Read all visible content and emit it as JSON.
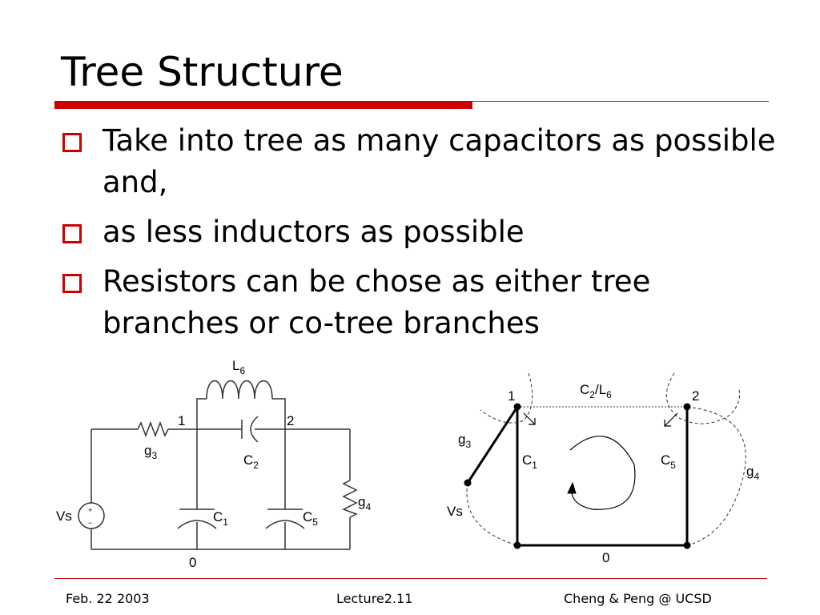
{
  "slide": {
    "title": "Tree Structure",
    "bullets": [
      "Take into tree as many capacitors as possible and,",
      "as less inductors as possible",
      "Resistors can be chose as either tree branches or co-tree branches"
    ]
  },
  "circuit_left": {
    "inductor": {
      "base": "L",
      "sub": "6"
    },
    "node1": "1",
    "node2": "2",
    "node0": "0",
    "resistor_g3": {
      "base": "g",
      "sub": "3"
    },
    "cap_c2": {
      "base": "C",
      "sub": "2"
    },
    "cap_c1": {
      "base": "C",
      "sub": "1"
    },
    "cap_c5": {
      "base": "C",
      "sub": "5"
    },
    "resistor_g4": {
      "base": "g",
      "sub": "4"
    },
    "source": "Vs",
    "source_plus": "+",
    "source_minus": "−"
  },
  "graph_right": {
    "node1": "1",
    "node2": "2",
    "node0": "0",
    "edge_top": {
      "base": "C",
      "sub": "2",
      "sep": "/L",
      "sub2": "6"
    },
    "edge_g3": {
      "base": "g",
      "sub": "3"
    },
    "edge_c1": {
      "base": "C",
      "sub": "1"
    },
    "edge_c5": {
      "base": "C",
      "sub": "5"
    },
    "edge_g4": {
      "base": "g",
      "sub": "4"
    },
    "edge_vs": "Vs"
  },
  "footer": {
    "date": "Feb. 22 2003",
    "lecture": "Lecture2.11",
    "author": "Cheng & Peng @ UCSD"
  }
}
